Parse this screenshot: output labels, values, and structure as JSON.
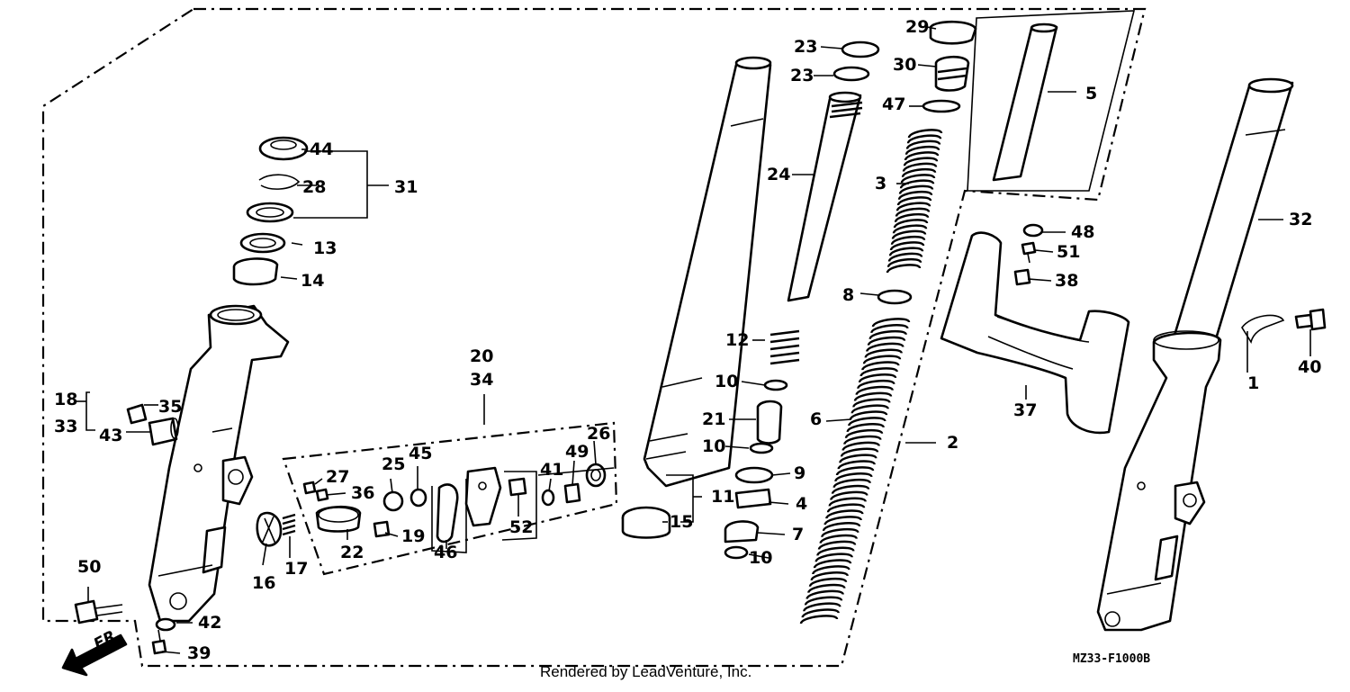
{
  "diagram": {
    "labels": [
      "1",
      "2",
      "3",
      "4",
      "5",
      "6",
      "7",
      "8",
      "9",
      "10",
      "10",
      "10",
      "11",
      "12",
      "13",
      "14",
      "15",
      "16",
      "17",
      "18",
      "33",
      "19",
      "20",
      "34",
      "21",
      "22",
      "23",
      "23",
      "24",
      "25",
      "26",
      "27",
      "28",
      "29",
      "30",
      "31",
      "32",
      "35",
      "36",
      "37",
      "38",
      "39",
      "40",
      "41",
      "42",
      "43",
      "44",
      "45",
      "46",
      "47",
      "48",
      "49",
      "50",
      "51",
      "52"
    ],
    "code": "MZ33-F1000B",
    "credit": "Rendered by LeadVenture, Inc.",
    "direction": "FR."
  }
}
